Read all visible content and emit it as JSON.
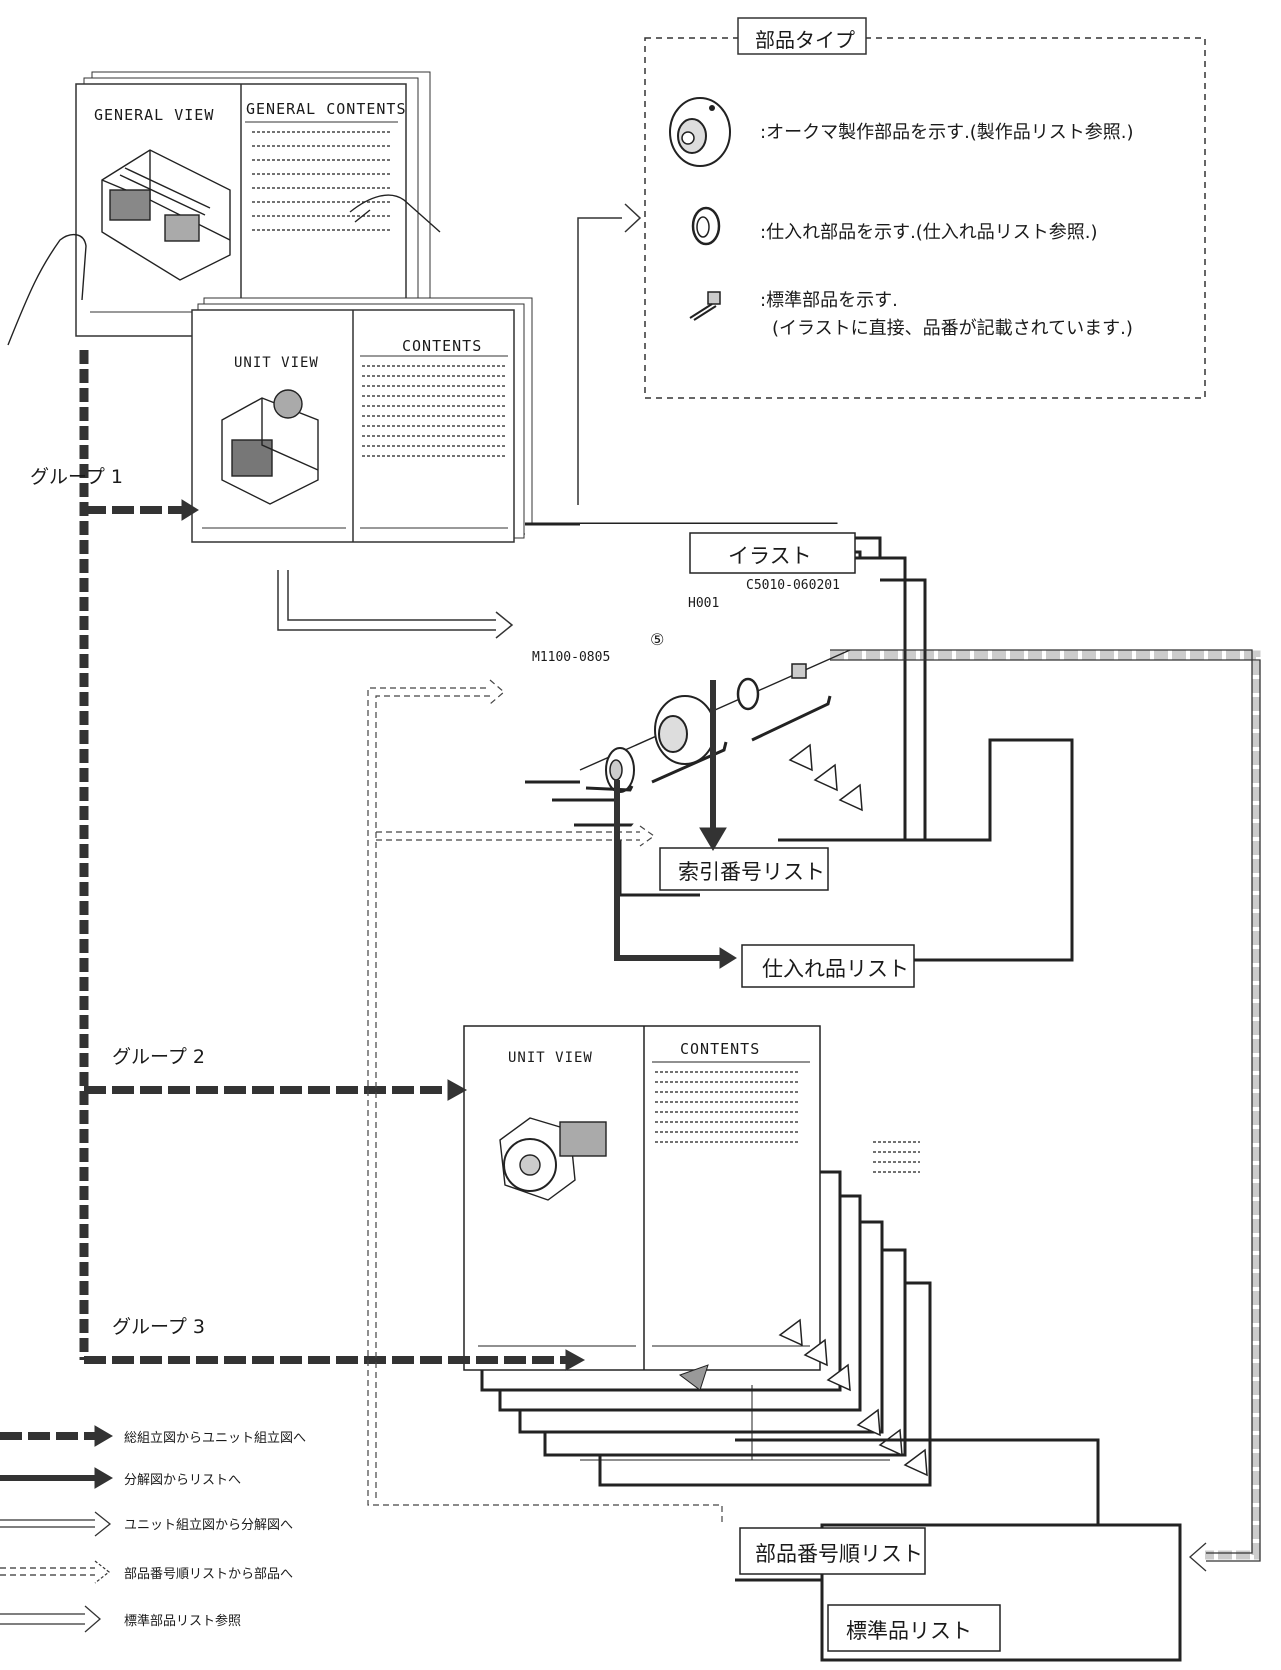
{
  "parts_type_box": {
    "title": "部品タイプ",
    "items": [
      {
        "icon": "manufactured-part-icon",
        "text": ":オークマ製作部品を示す.(製作品リスト参照.)"
      },
      {
        "icon": "purchased-part-icon",
        "text": ":仕入れ部品を示す.(仕入れ品リスト参照.)"
      },
      {
        "icon": "standard-part-icon",
        "text": ":標準部品を示す.",
        "text2": "(イラストに直接、品番が記載されています.)"
      }
    ]
  },
  "general_book": {
    "left_title": "GENERAL VIEW",
    "right_title": "GENERAL CONTENTS"
  },
  "unit_book_1": {
    "left_title": "UNIT VIEW",
    "right_title": "CONTENTS"
  },
  "unit_book_2": {
    "left_title": "UNIT VIEW",
    "right_title": "CONTENTS"
  },
  "groups": {
    "g1": "グループ 1",
    "g2": "グループ 2",
    "g3": "グループ 3"
  },
  "illustration": {
    "title": "イラスト",
    "labels": {
      "part_a": "M1100-0805",
      "part_b": "⑤",
      "part_c": "H001",
      "part_d": "C5010-060201"
    }
  },
  "lists": {
    "index_list": "索引番号リスト",
    "purchased_list": "仕入れ品リスト",
    "part_number_list": "部品番号順リスト",
    "standard_list": "標準品リスト"
  },
  "legend": [
    {
      "style": "thick-dashed",
      "text": "総組立図からユニット組立図へ"
    },
    {
      "style": "double-solid",
      "text": "分解図からリストへ"
    },
    {
      "style": "open-arrow",
      "text": "ユニット組立図から分解図へ"
    },
    {
      "style": "thin-dashed",
      "text": "部品番号順リストから部品へ"
    },
    {
      "style": "chain-squares",
      "text": "標準部品リスト参照"
    }
  ]
}
